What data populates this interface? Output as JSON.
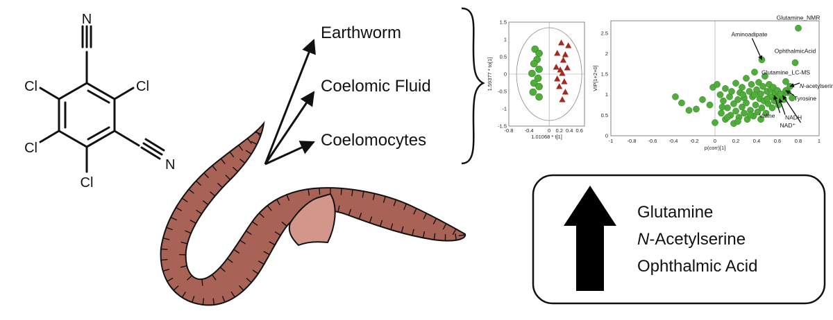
{
  "molecule": {
    "atoms": {
      "n_top": "N",
      "n_right": "N",
      "cl_left_top": "Cl",
      "cl_right_top": "Cl",
      "cl_left_bottom": "Cl",
      "cl_bottom": "Cl"
    }
  },
  "targets": [
    "Earthworm",
    "Coelomic Fluid",
    "Coelomocytes"
  ],
  "colors": {
    "worm_body": "#a86356",
    "worm_clitellum": "#d4968a",
    "group_green": "#4fae3a",
    "group_red": "#a32a1e",
    "arrow_fill": "#000000"
  },
  "chart_data": [
    {
      "type": "scatter",
      "xlabel": "1.01068 * t[1]",
      "ylabel": "1.59377 * to[1]",
      "xlim": [
        -0.8,
        0.7
      ],
      "ylim": [
        -1.5,
        1.5
      ],
      "xticks": [
        "-0.8",
        "-0.4",
        "0",
        "0.2",
        "0.4",
        "0.6"
      ],
      "yticks": [
        "1.5",
        "1",
        "0.5",
        "0",
        "-0.5",
        "-1",
        "-1.5"
      ],
      "grid": false,
      "series": [
        {
          "marker": "circle",
          "color": "#4fae3a",
          "points": [
            [
              -0.28,
              0.72
            ],
            [
              -0.2,
              0.6
            ],
            [
              -0.24,
              0.42
            ],
            [
              -0.3,
              0.3
            ],
            [
              -0.2,
              0.14
            ],
            [
              -0.34,
              0.02
            ],
            [
              -0.22,
              -0.12
            ],
            [
              -0.3,
              -0.26
            ],
            [
              -0.2,
              -0.36
            ],
            [
              -0.32,
              -0.52
            ],
            [
              -0.2,
              -0.66
            ]
          ]
        },
        {
          "marker": "triangle",
          "color": "#a32a1e",
          "points": [
            [
              0.24,
              0.9
            ],
            [
              0.38,
              0.82
            ],
            [
              0.16,
              0.6
            ],
            [
              0.32,
              0.56
            ],
            [
              0.28,
              0.4
            ],
            [
              0.14,
              0.2
            ],
            [
              0.22,
              0.12
            ],
            [
              0.36,
              0.18
            ],
            [
              0.26,
              0.02
            ],
            [
              0.16,
              -0.14
            ],
            [
              0.3,
              -0.22
            ],
            [
              0.2,
              -0.36
            ],
            [
              0.32,
              -0.52
            ],
            [
              0.26,
              -0.74
            ]
          ]
        }
      ]
    },
    {
      "type": "scatter",
      "xlabel": "p(corr)[1]",
      "ylabel": "VIP[1+2+0]",
      "xlim": [
        -1,
        1
      ],
      "ylim": [
        0,
        2.8
      ],
      "xticks": [
        "-1",
        "-0.8",
        "-0.6",
        "-0.4",
        "-0.2",
        "0",
        "0.2",
        "0.4",
        "0.6",
        "0.8",
        "1"
      ],
      "yticks": [
        "0",
        "0.5",
        "1",
        "1.5",
        "2",
        "2.5"
      ],
      "grid": false,
      "labels": [
        {
          "text": "Glutamine_NMR",
          "point": [
            0.8,
            2.62
          ]
        },
        {
          "text": "Aminoadipate",
          "point": [
            0.45,
            1.85
          ]
        },
        {
          "text": "OphthalmicAcid",
          "point": [
            0.77,
            1.78
          ]
        },
        {
          "text": "Glutamine_LC-MS",
          "point": [
            0.68,
            1.32
          ]
        },
        {
          "text": "N-acetylserine",
          "point": [
            0.72,
            1.2
          ]
        },
        {
          "text": "Tyrosine",
          "point": [
            0.68,
            1.1
          ]
        },
        {
          "text": "NADH",
          "point": [
            0.62,
            0.9
          ]
        },
        {
          "text": "Valine",
          "point": [
            0.57,
            0.98
          ]
        },
        {
          "text": "NAD⁺",
          "point": [
            0.65,
            0.98
          ]
        }
      ],
      "series": [
        {
          "marker": "circle",
          "color": "#4fae3a",
          "points": [
            [
              0.8,
              2.62
            ],
            [
              0.45,
              1.85
            ],
            [
              0.77,
              1.78
            ],
            [
              0.68,
              1.32
            ],
            [
              0.72,
              1.2
            ],
            [
              0.68,
              1.1
            ],
            [
              0.62,
              0.9
            ],
            [
              0.57,
              0.98
            ],
            [
              0.65,
              0.98
            ],
            [
              -0.38,
              0.95
            ],
            [
              -0.32,
              0.8
            ],
            [
              -0.25,
              0.62
            ],
            [
              -0.18,
              0.65
            ],
            [
              -0.12,
              0.88
            ],
            [
              -0.05,
              0.75
            ],
            [
              -0.02,
              1.18
            ],
            [
              0.02,
              1.25
            ],
            [
              0.05,
              1.0
            ],
            [
              0.06,
              0.55
            ],
            [
              0.08,
              0.85
            ],
            [
              0.1,
              0.4
            ],
            [
              0.1,
              1.15
            ],
            [
              0.12,
              0.68
            ],
            [
              0.14,
              0.95
            ],
            [
              0.15,
              0.5
            ],
            [
              0.16,
              1.08
            ],
            [
              0.18,
              0.3
            ],
            [
              0.18,
              0.78
            ],
            [
              0.2,
              0.6
            ],
            [
              0.2,
              1.28
            ],
            [
              0.22,
              0.88
            ],
            [
              0.23,
              0.45
            ],
            [
              0.24,
              1.05
            ],
            [
              0.26,
              0.7
            ],
            [
              0.26,
              1.18
            ],
            [
              0.28,
              0.55
            ],
            [
              0.28,
              0.92
            ],
            [
              0.3,
              1.4
            ],
            [
              0.3,
              0.8
            ],
            [
              0.31,
              0.4
            ],
            [
              0.33,
              1.08
            ],
            [
              0.34,
              0.62
            ],
            [
              0.35,
              1.25
            ],
            [
              0.36,
              0.95
            ],
            [
              0.37,
              0.48
            ],
            [
              0.38,
              1.55
            ],
            [
              0.39,
              0.75
            ],
            [
              0.4,
              1.12
            ],
            [
              0.41,
              0.58
            ],
            [
              0.42,
              1.3
            ],
            [
              0.43,
              0.9
            ],
            [
              0.44,
              1.02
            ],
            [
              0.45,
              0.68
            ],
            [
              0.46,
              1.2
            ],
            [
              0.47,
              0.85
            ],
            [
              0.48,
              1.45
            ],
            [
              0.49,
              0.55
            ],
            [
              0.5,
              1.08
            ],
            [
              0.51,
              0.78
            ],
            [
              0.52,
              1.25
            ],
            [
              0.53,
              0.95
            ],
            [
              0.54,
              1.12
            ],
            [
              0.55,
              0.68
            ],
            [
              0.56,
              1.18
            ],
            [
              0.57,
              0.85
            ],
            [
              0.58,
              1.05
            ],
            [
              0.59,
              0.92
            ],
            [
              0.6,
              1.1
            ],
            [
              0.61,
              0.75
            ],
            [
              0.63,
              1.02
            ],
            [
              0.66,
              0.88
            ],
            [
              0.7,
              1.05
            ],
            [
              0.74,
              0.92
            ],
            [
              0.34,
              0.5
            ],
            [
              0.12,
              0.45
            ],
            [
              0.0,
              0.32
            ],
            [
              0.22,
              0.35
            ],
            [
              0.44,
              0.4
            ],
            [
              0.07,
              0.7
            ],
            [
              0.27,
              1.0
            ],
            [
              0.38,
              1.0
            ],
            [
              0.5,
              0.9
            ]
          ]
        }
      ]
    }
  ],
  "result": {
    "items": [
      "Glutamine",
      "-Acetylserine",
      "Ophthalmic Acid"
    ],
    "italic_prefix": "N"
  }
}
